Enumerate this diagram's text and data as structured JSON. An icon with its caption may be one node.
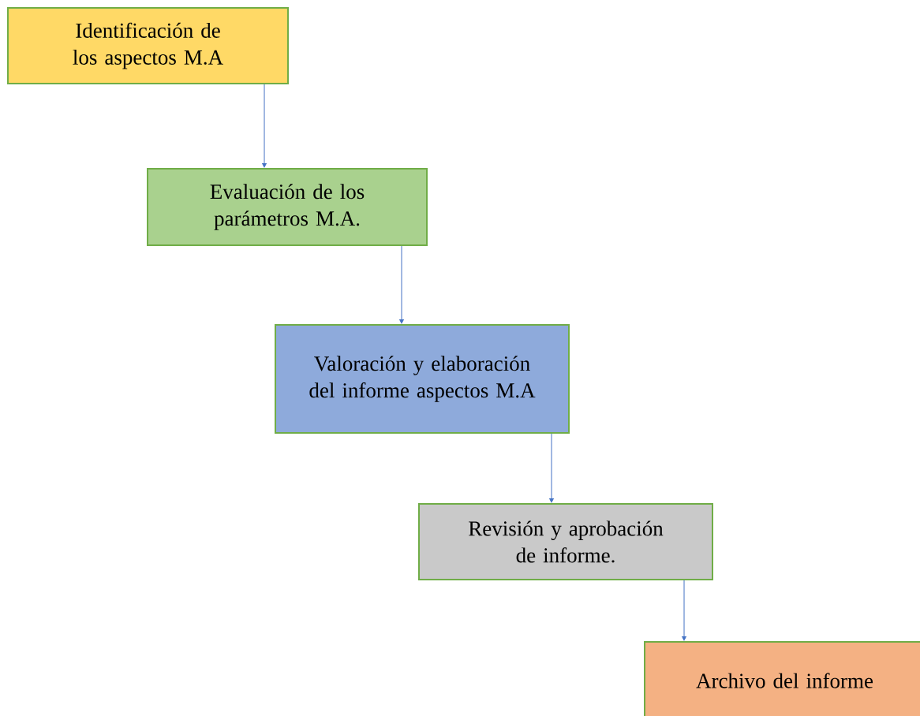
{
  "diagram": {
    "nodes": [
      {
        "text": [
          "Identificación de los aspectos M.A"
        ]
      },
      {
        "text": [
          "Evaluación de los parámetros M.A."
        ]
      },
      {
        "text": [
          "Valoración y elaboración del informe aspectos M.A"
        ]
      },
      {
        "text": [
          "Revisión y aprobación de informe."
        ]
      },
      {
        "text": [
          "Archivo del informe"
        ]
      }
    ],
    "edges": [
      {
        "from": 0,
        "to": 1,
        "arrow": "to"
      },
      {
        "from": 1,
        "to": 2,
        "arrow": "to"
      },
      {
        "from": 2,
        "to": 3,
        "arrow": "to"
      },
      {
        "from": 3,
        "to": 4,
        "arrow": "to"
      }
    ]
  }
}
